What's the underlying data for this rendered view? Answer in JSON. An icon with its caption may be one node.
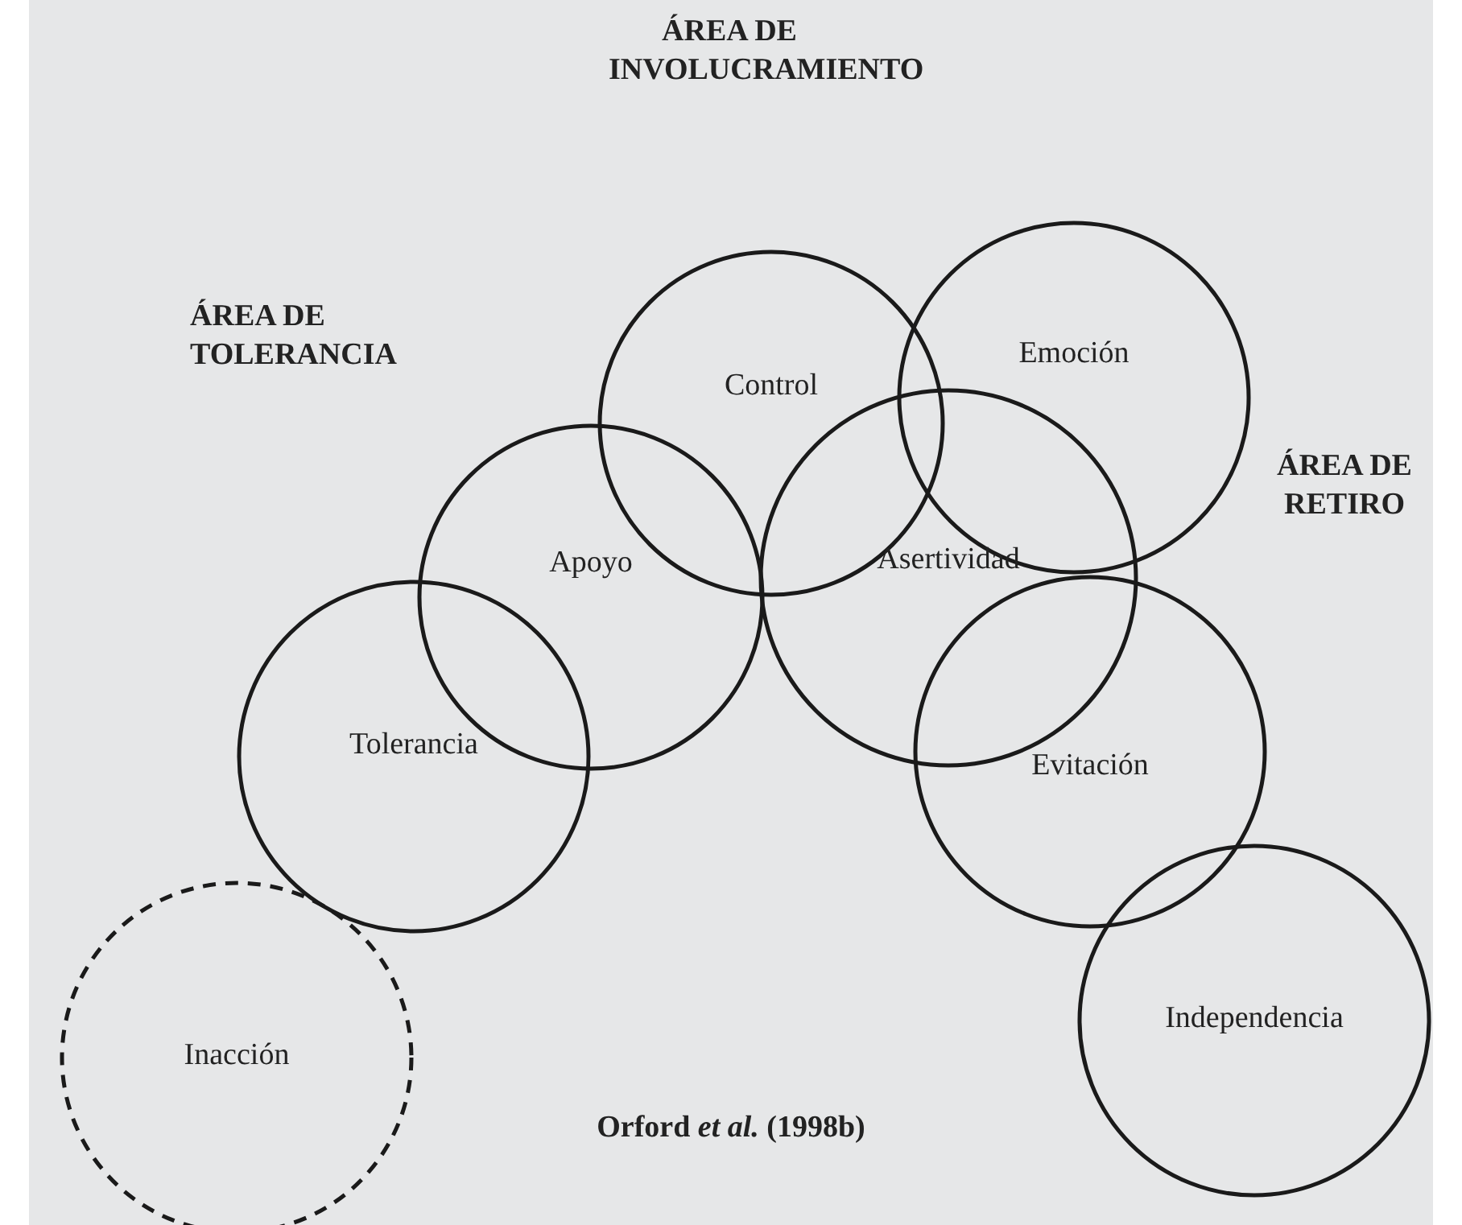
{
  "diagram": {
    "caption": "Orford *et al.* (1998b)",
    "nodes": [
      {
        "text": [
          "Control"
        ]
      },
      {
        "text": [
          "Emoción"
        ]
      },
      {
        "text": [
          "Apoyo"
        ]
      },
      {
        "text": [
          "Asertividad"
        ]
      },
      {
        "text": [
          "Tolerancia"
        ]
      },
      {
        "text": [
          "Evitación"
        ]
      },
      {
        "text": [
          "Inacción"
        ]
      },
      {
        "text": [
          "Independencia"
        ]
      }
    ],
    "edges": [],
    "labels": [
      "ÁREA DE INVOLUCRAMIENTO",
      "ÁREA DE TOLERANCIA",
      "ÁREA DE RETIRO"
    ]
  }
}
